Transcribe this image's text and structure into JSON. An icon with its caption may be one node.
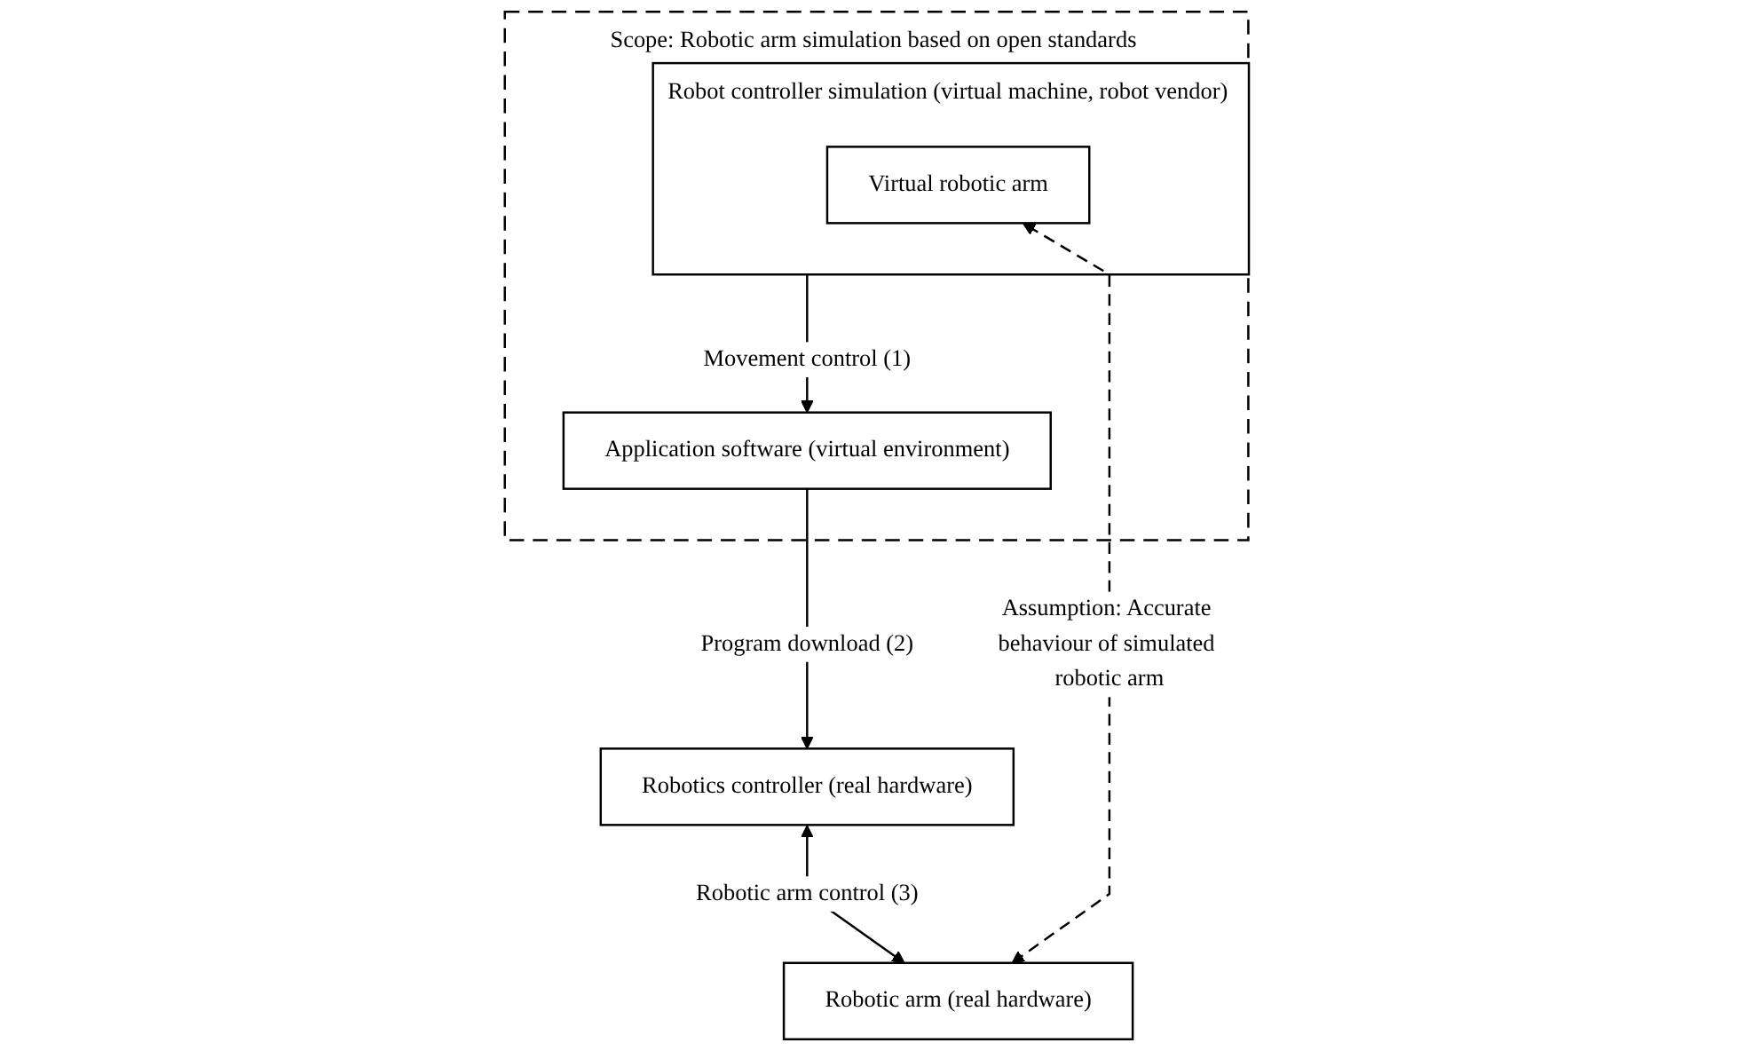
{
  "diagram": {
    "nodes": [
      {
        "text": [
          "Scope: Robotic arm simulation based on open standards"
        ]
      },
      {
        "text": [
          "Application software (virtual environment)"
        ],
        "in": 0
      },
      {
        "text": [
          "Robot controller simulation (virtual machine, robot vendor)"
        ],
        "in": 0
      },
      {
        "text": [
          "Virtual robotic arm"
        ],
        "in": 2
      },
      {
        "text": [
          "Robotics controller (real hardware)"
        ]
      },
      {
        "text": [
          "Robotic arm (real hardware)"
        ]
      }
    ],
    "edges": [
      {
        "from": 2,
        "to": 1,
        "arrow": "to",
        "label": "Movement control (1)"
      },
      {
        "from": 1,
        "to": 4,
        "arrow": "to",
        "label": "Program download (2)"
      },
      {
        "from": 4,
        "to": 5,
        "arrow": "both",
        "label": "Robotic arm control (3)"
      },
      {
        "from": 3,
        "to": 5,
        "arrow": "both",
        "label": "Assumption: Accurate behaviour of simulated robotic arm",
        "style": "dashed"
      }
    ]
  }
}
